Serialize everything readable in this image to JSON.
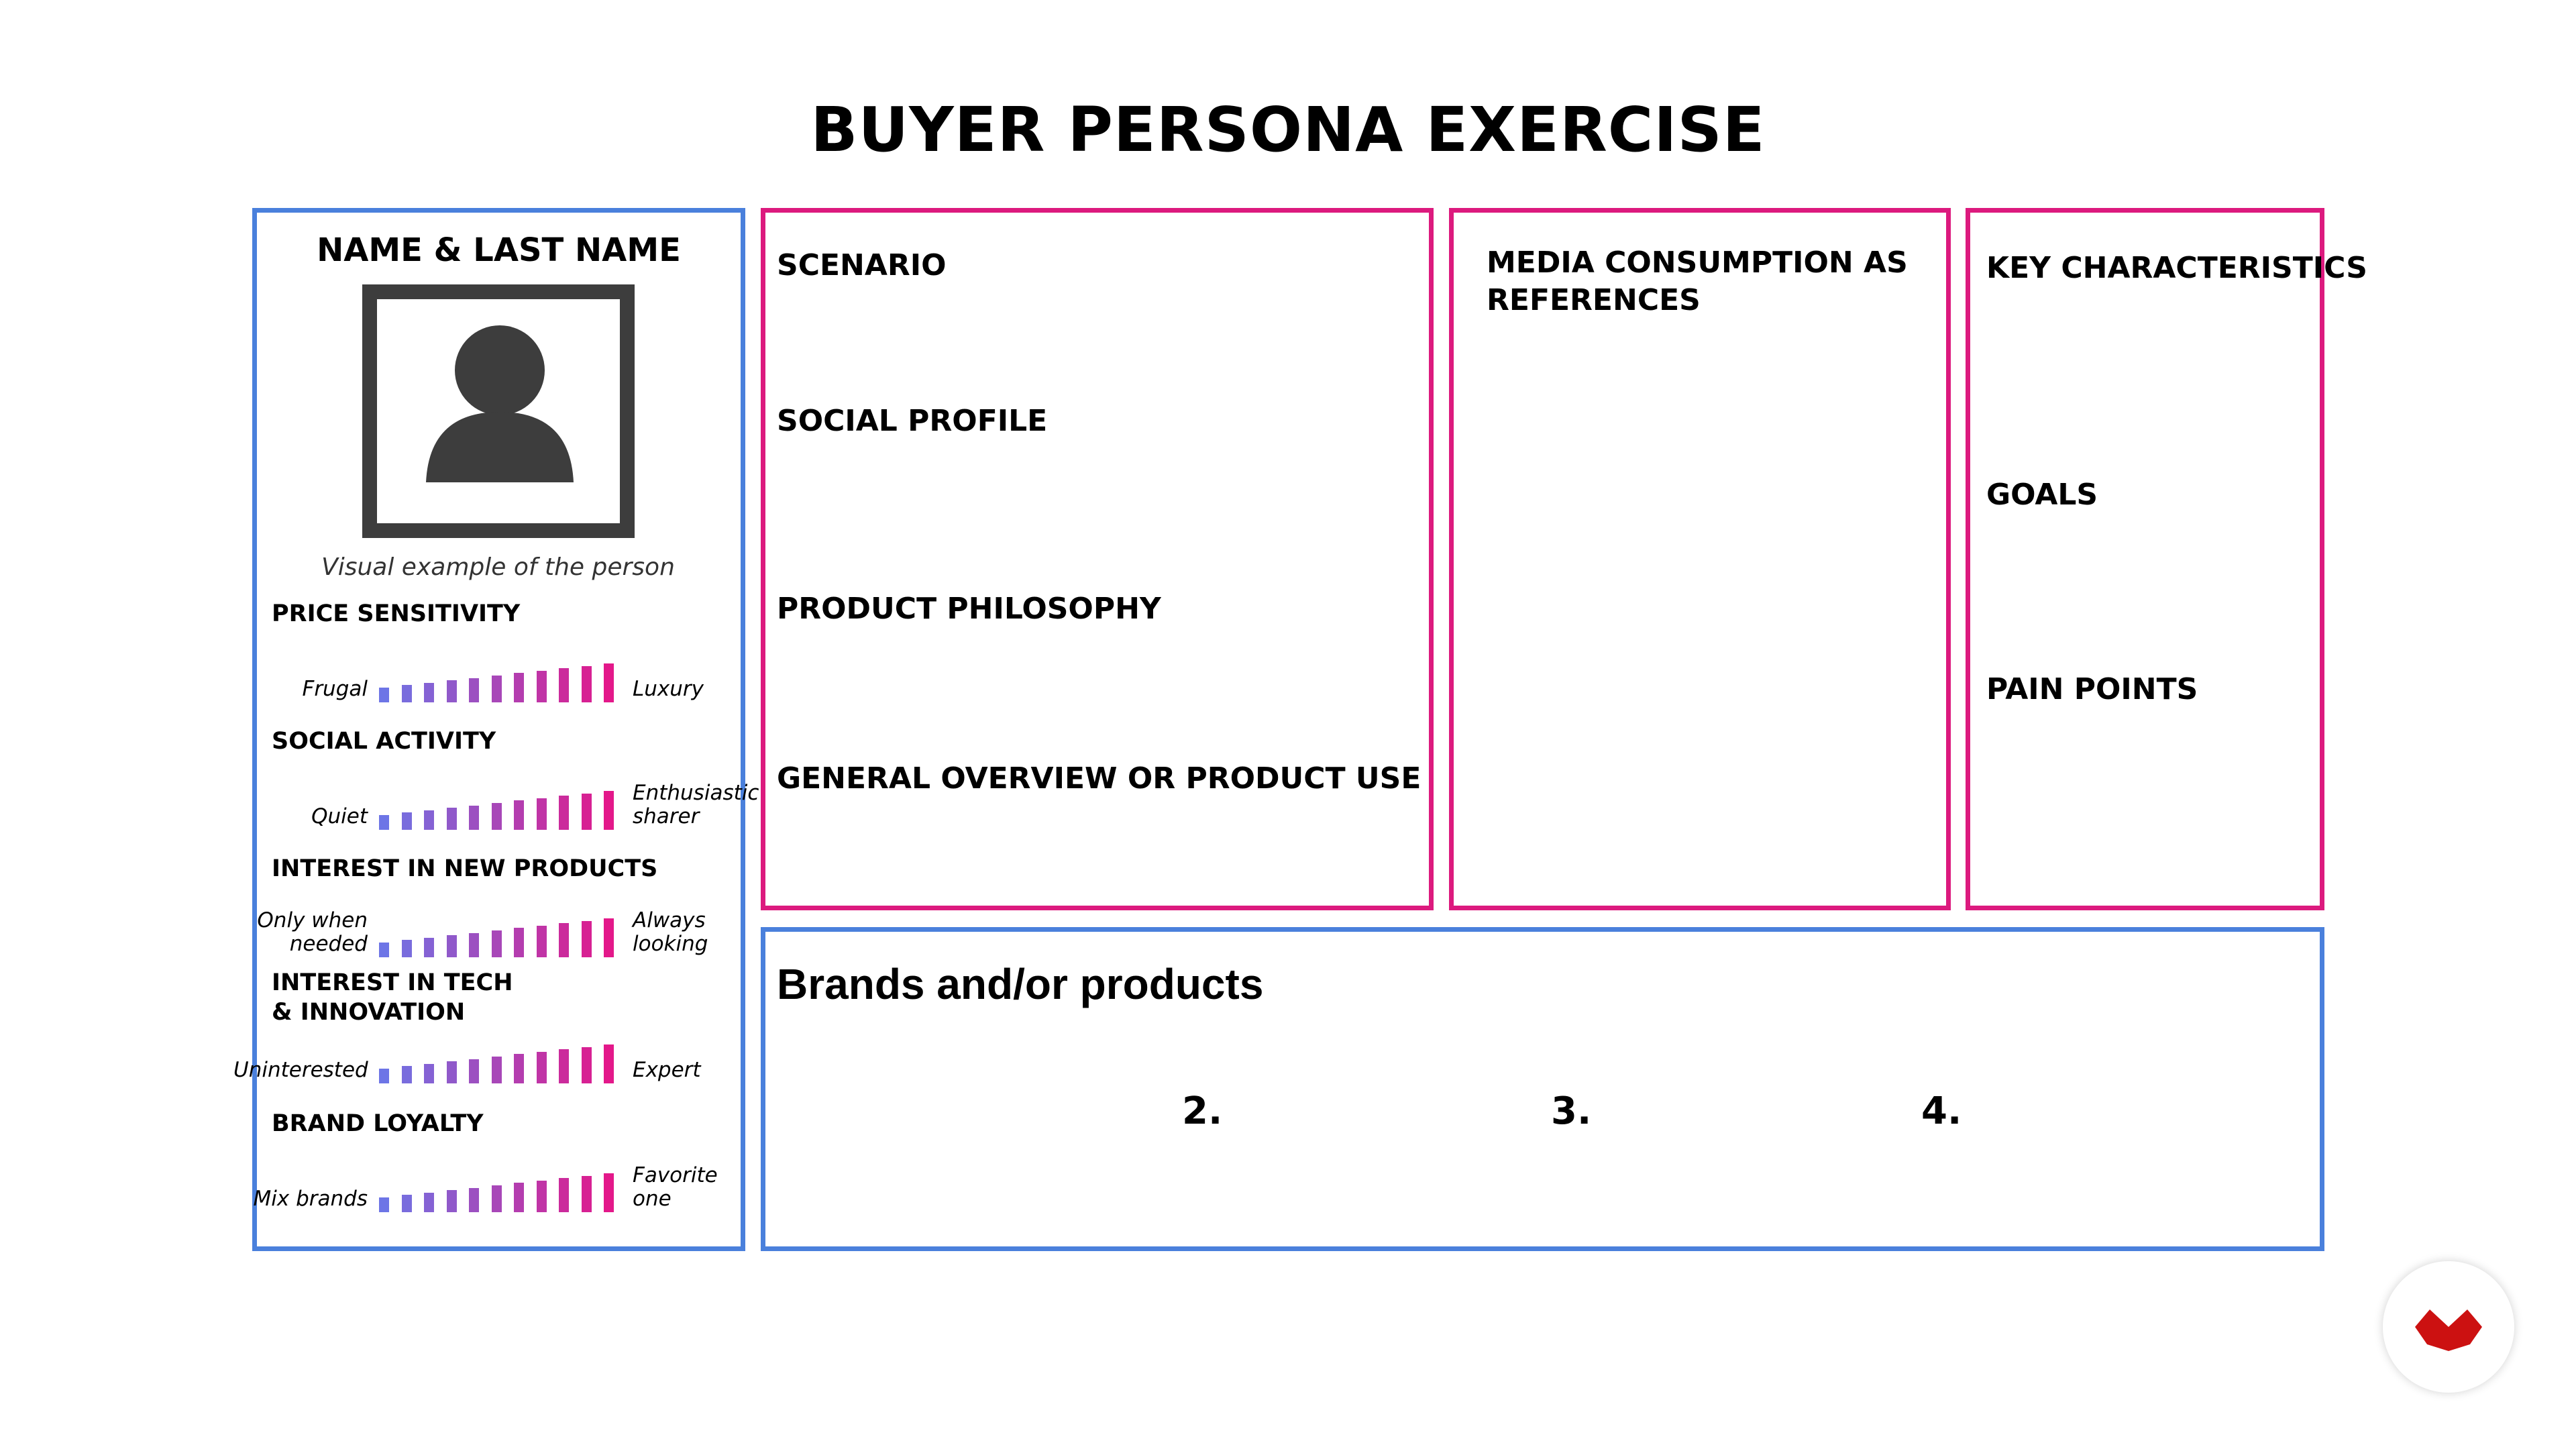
{
  "title": "BUYER PERSONA EXERCISE",
  "profile": {
    "name_heading": "NAME & LAST NAME",
    "photo_icon": "person-avatar-icon",
    "caption": "Visual example of the person"
  },
  "scales": [
    {
      "label": "PRICE SENSITIVITY",
      "left": "Frugal",
      "right": "Luxury"
    },
    {
      "label": "SOCIAL ACTIVITY",
      "left": "Quiet",
      "right": "Enthusiastic sharer"
    },
    {
      "label": "INTEREST IN NEW PRODUCTS",
      "left": "Only when needed",
      "right": "Always looking"
    },
    {
      "label": "INTEREST IN TECH & INNOVATION",
      "left": "Uninterested",
      "right": "Expert"
    },
    {
      "label": "BRAND LOYALTY",
      "left": "Mix brands",
      "right": "Favorite one"
    }
  ],
  "scenario_box": {
    "scenario": "SCENARIO",
    "social_profile": "SOCIAL PROFILE",
    "product_philosophy": "PRODUCT PHILOSOPHY",
    "general_overview": "GENERAL OVERVIEW OR PRODUCT USE"
  },
  "media_box": {
    "line1": "MEDIA CONSUMPTION AS",
    "line2": "REFERENCES"
  },
  "key_box": {
    "key_characteristics": "KEY CHARACTERISTICS",
    "goals": "GOALS",
    "pain_points": "PAIN POINTS"
  },
  "brands_box": {
    "title": "Brands and/or products",
    "items": [
      "2.",
      "3.",
      "4."
    ]
  },
  "colors": {
    "blue_border": "#4a80dc",
    "pink_border": "#dc1a7e",
    "scale_start": "#6d75e6",
    "scale_end": "#e3188a",
    "logo_red": "#cc1111"
  },
  "logo_icon": "brand-logo-icon"
}
